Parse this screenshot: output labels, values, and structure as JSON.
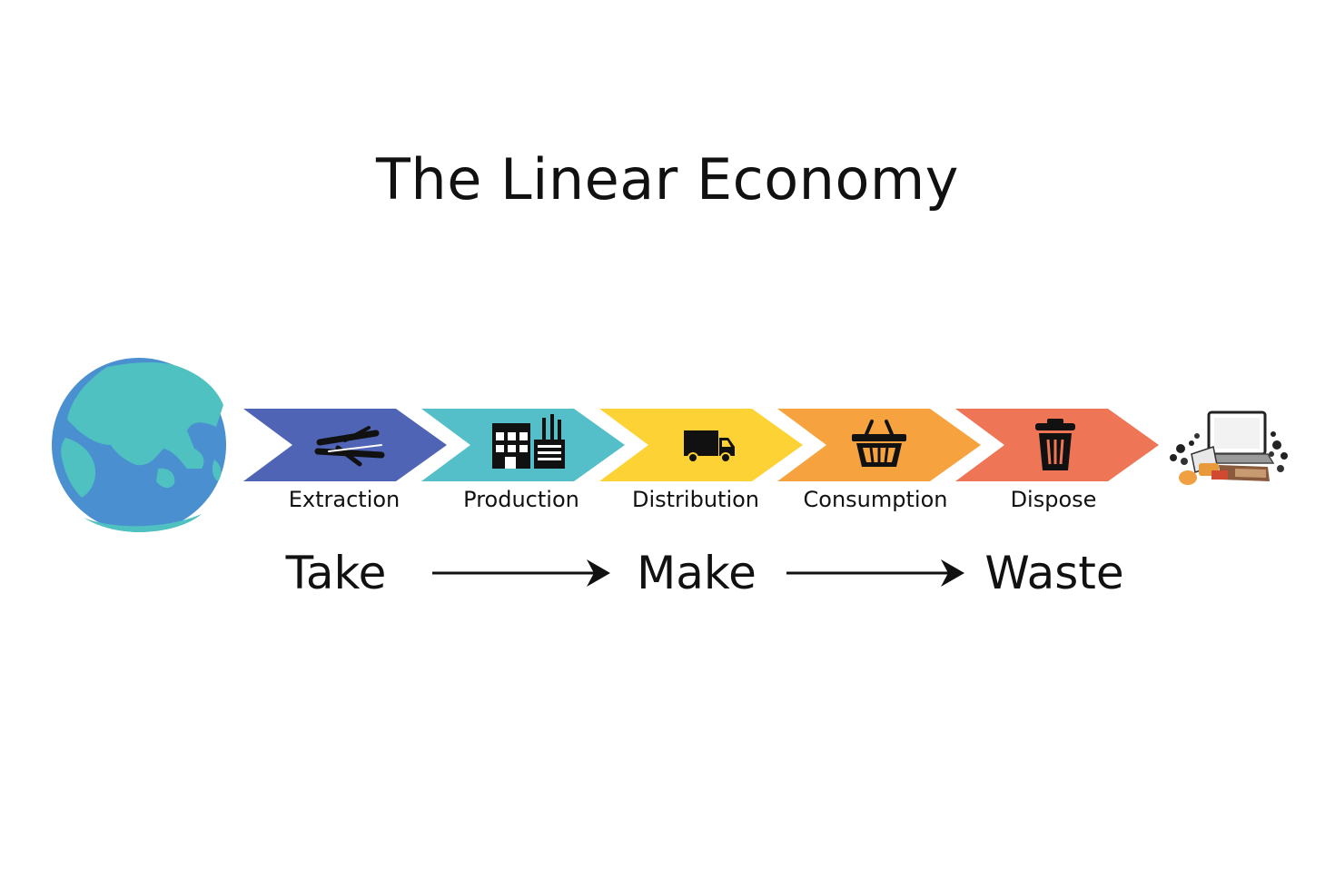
{
  "title": "The Linear Economy",
  "steps": [
    {
      "label": "Extraction",
      "icon": "logs-icon",
      "color": "#4f64b4"
    },
    {
      "label": "Production",
      "icon": "factory-icon",
      "color": "#54bfc8"
    },
    {
      "label": "Distribution",
      "icon": "truck-icon",
      "color": "#fdd234"
    },
    {
      "label": "Consumption",
      "icon": "basket-icon",
      "color": "#f6a23e"
    },
    {
      "label": "Dispose",
      "icon": "trash-can-icon",
      "color": "#ee7656"
    }
  ],
  "phases": [
    "Take",
    "Make",
    "Waste"
  ],
  "start_icon": "earth-globe-icon",
  "end_icon": "waste-pile-icon",
  "colors": {
    "ocean": "#4a8fd0",
    "land": "#4fc1c0"
  }
}
